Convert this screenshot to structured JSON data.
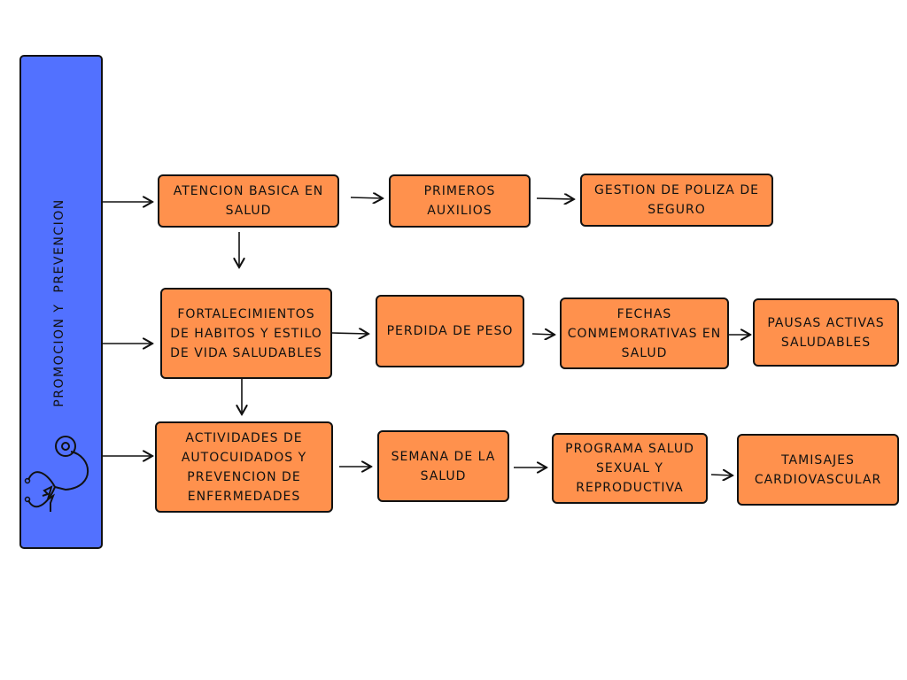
{
  "root": {
    "title": "PROMOCION Y  PREVENCION",
    "icon": "stethoscope-heart-icon"
  },
  "colors": {
    "root": "#5271FF",
    "box": "#FF914D",
    "stroke": "#111111"
  },
  "rows": [
    [
      "ATENCION BASICA EN SALUD",
      "PRIMEROS AUXILIOS",
      "GESTION DE POLIZA DE SEGURO"
    ],
    [
      "FORTALECIMIENTOS DE HABITOS Y ESTILO DE VIDA SALUDABLES",
      "PERDIDA DE PESO",
      "FECHAS CONMEMORATIVAS EN SALUD",
      "PAUSAS ACTIVAS SALUDABLES"
    ],
    [
      "ACTIVIDADES DE AUTOCUIDADOS Y PREVENCION DE ENFERMEDADES",
      "SEMANA DE LA SALUD",
      "PROGRAMA SALUD SEXUAL Y REPRODUCTIVA",
      "TAMISAJES CARDIOVASCULAR"
    ]
  ]
}
